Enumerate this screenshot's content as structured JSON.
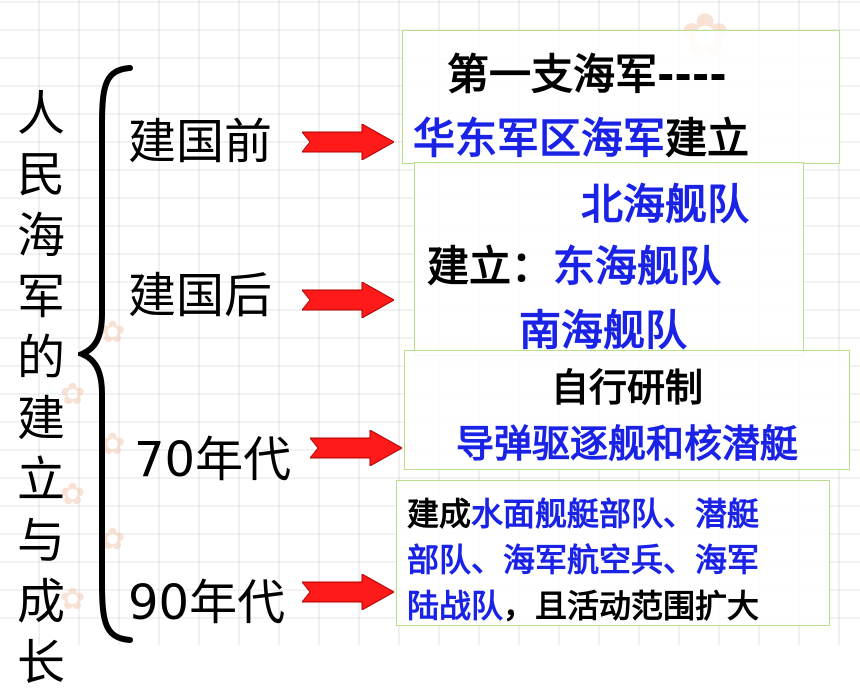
{
  "title_chars": [
    "人",
    "民",
    "海",
    "军",
    "的",
    "建",
    "立",
    "与",
    "成",
    "长"
  ],
  "eras": [
    {
      "label": "建国前"
    },
    {
      "label": "建国后"
    },
    {
      "label": "70年代"
    },
    {
      "label": "90年代"
    }
  ],
  "box1": {
    "line1": "第一支海军----",
    "line2_blue": "华东军区海军",
    "line2_black": "建立"
  },
  "box2": {
    "prefix": "建立：",
    "fleet1": "北海舰队",
    "fleet2": "东海舰队",
    "fleet3": "南海舰队"
  },
  "box3": {
    "line1": "自行研制",
    "line2": "导弹驱逐舰和核潜艇"
  },
  "box4": {
    "l1_black": "建成",
    "l1_blue": "水面舰艇部队、潜艇",
    "l2_blue": "部队、海军航空兵、海军",
    "l3_blue": "陆战队",
    "l3_black": "，且活动范围扩大"
  },
  "colors": {
    "accent_blue": "#1a22e6",
    "arrow_red": "#ff1a1a",
    "box_border": "#b9de8c"
  }
}
